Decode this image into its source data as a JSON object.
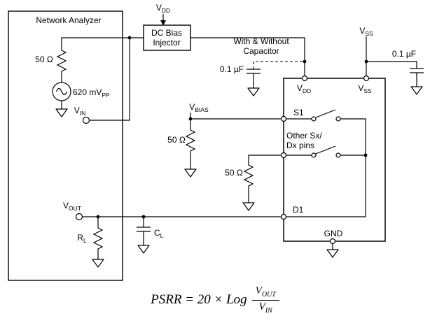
{
  "analyzer": {
    "title": "Network Analyzer",
    "source_resistor": "50 Ω",
    "source_value": "620 mV",
    "source_value_sub": "PP",
    "vin_label": "V",
    "vin_sub": "IN",
    "vout_label": "V",
    "vout_sub": "OUT",
    "rl_label": "R",
    "rl_sub": "L"
  },
  "supply": {
    "vdd_label": "V",
    "vdd_sub": "DD",
    "injector_line1": "DC Bias",
    "injector_line2": "Injector",
    "cap_note1": "With & Without",
    "cap_note2": "Capacitor",
    "cap_left_value": "0.1 µF",
    "vss_label": "V",
    "vss_sub": "SS",
    "cap_right_value": "0.1 µF"
  },
  "bias": {
    "vbias_label": "V",
    "vbias_sub": "BIAS",
    "resistor1": "50 Ω",
    "resistor2": "50 Ω"
  },
  "load": {
    "cl_label": "C",
    "cl_sub": "L"
  },
  "dut": {
    "pin_vdd": "V",
    "pin_vdd_sub": "DD",
    "pin_vss": "V",
    "pin_vss_sub": "SS",
    "pin_s1": "S1",
    "other_pins_line1": "Other Sx/",
    "other_pins_line2": "Dx pins",
    "pin_d1": "D1",
    "pin_gnd": "GND"
  },
  "formula": {
    "lhs": "PSRR = 20 × Log",
    "num": "V",
    "num_sub": "OUT",
    "den": "V",
    "den_sub": "IN"
  }
}
